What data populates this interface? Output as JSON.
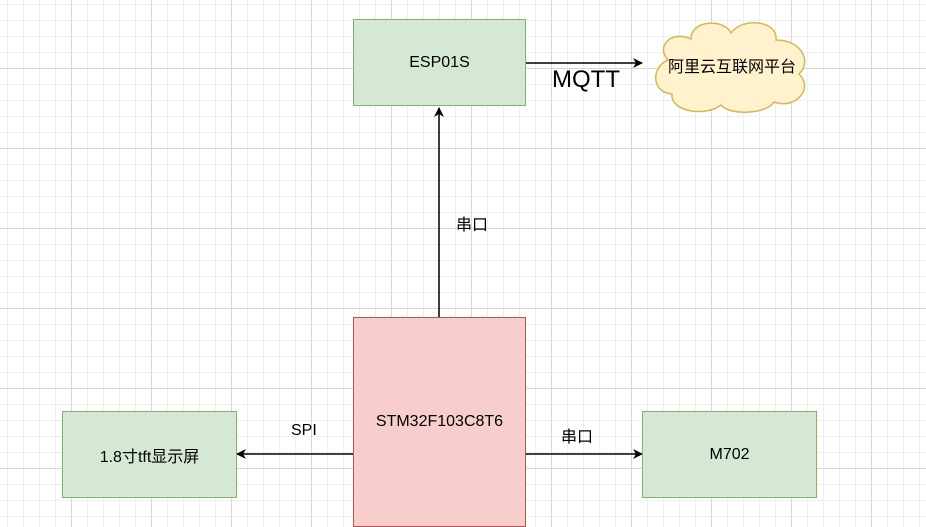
{
  "nodes": {
    "esp": "ESP01S",
    "cloud": "阿里云互联网平台",
    "mcu": "STM32F103C8T6",
    "display": "1.8寸tft显示屏",
    "m702": "M702"
  },
  "edges": {
    "mqtt": "MQTT",
    "uart_up": "串口",
    "spi": "SPI",
    "uart_right": "串口"
  },
  "colors": {
    "green_fill": "#d5e8d4",
    "green_stroke": "#82b366",
    "red_fill": "#f8cecc",
    "red_stroke": "#b85450",
    "cloud_fill": "#fff2cc",
    "cloud_stroke": "#d6b656"
  }
}
